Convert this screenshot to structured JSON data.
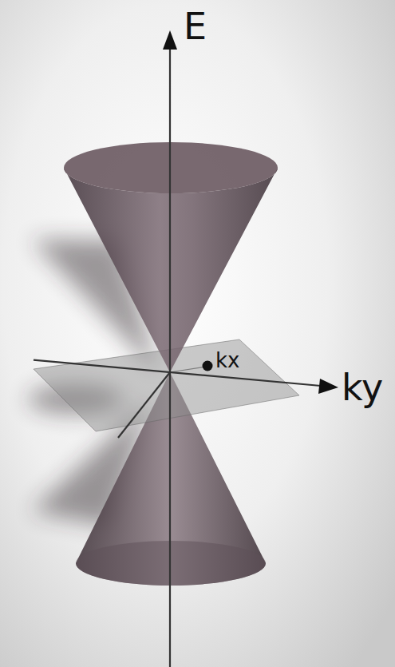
{
  "diagram": {
    "labels": [
      "E",
      "kx",
      "ky"
    ]
  }
}
